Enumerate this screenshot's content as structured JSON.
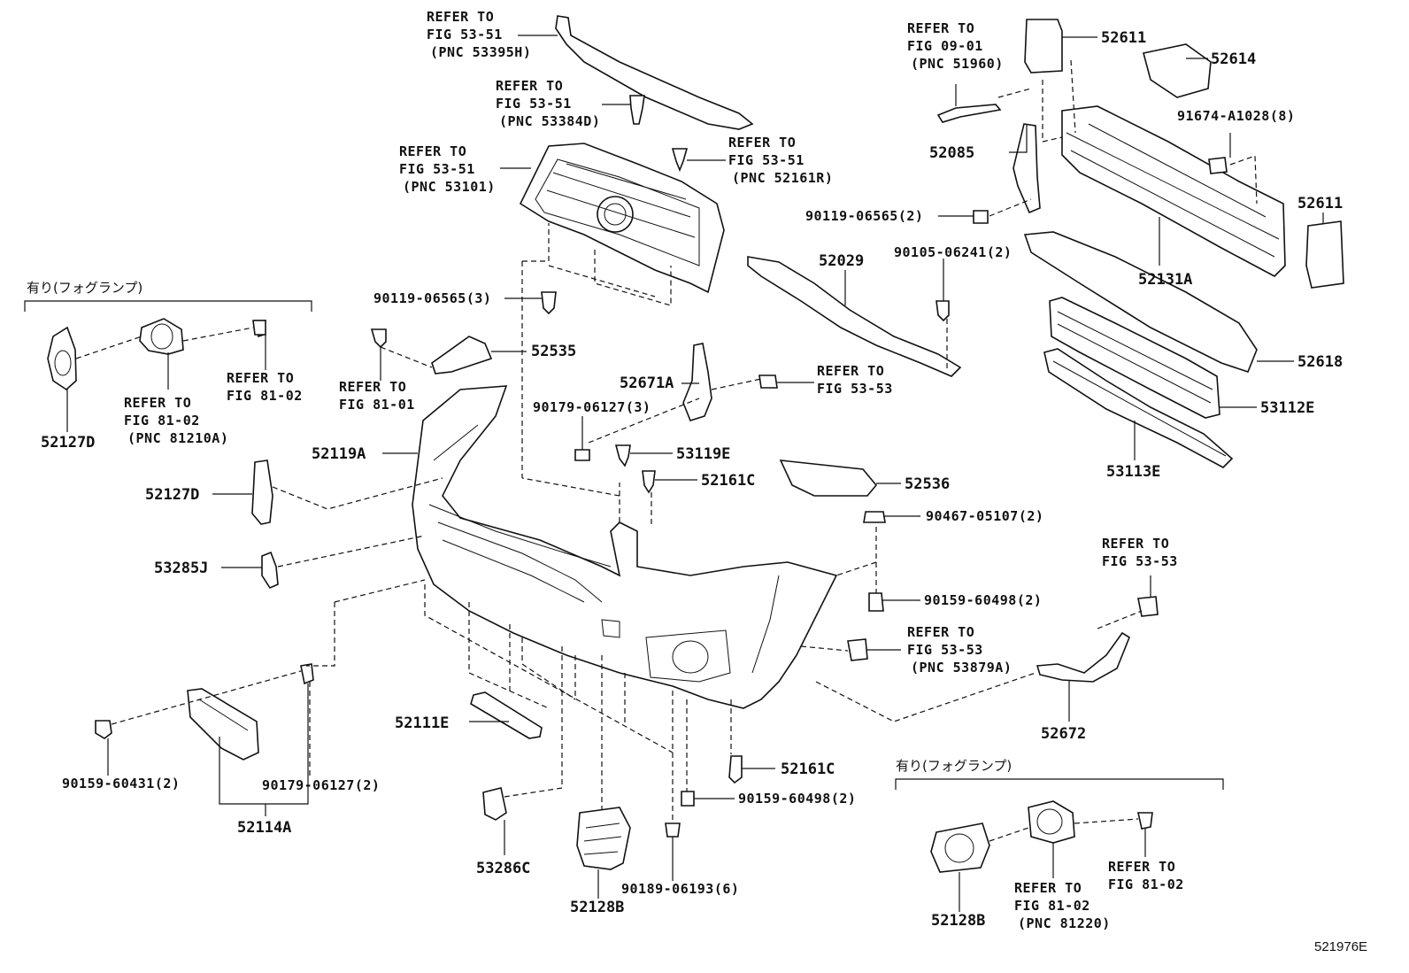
{
  "diagram_id": "521976E",
  "labels": {
    "p52611_top": "52611",
    "p52614": "52614",
    "p91674": "91674-A1028(8)",
    "p52611_right": "52611",
    "p52085": "52085",
    "p90119_2": "90119-06565(2)",
    "p90105": "90105-06241(2)",
    "p52029": "52029",
    "p52131A": "52131A",
    "p52618": "52618",
    "p53112E": "53112E",
    "p53113E": "53113E",
    "p90119_3": "90119-06565(3)",
    "p52535": "52535",
    "p52671A": "52671A",
    "p90179_3": "90179-06127(3)",
    "p53119E": "53119E",
    "p52161C_a": "52161C",
    "p52536": "52536",
    "p90467": "90467-05107(2)",
    "p90159_2a": "90159-60498(2)",
    "p52127D_a": "52127D",
    "p52119A": "52119A",
    "p52127D_b": "52127D",
    "p53285J": "53285J",
    "p52672": "52672",
    "p52111E": "52111E",
    "p90159_60431": "90159-60431(2)",
    "p90179_2": "90179-06127(2)",
    "p52114A": "52114A",
    "p52161C_b": "52161C",
    "p90159_2b": "90159-60498(2)",
    "p53286C": "53286C",
    "p52128B_a": "52128B",
    "p90189": "90189-06193(6)",
    "p52128B_b": "52128B"
  },
  "refs": {
    "r1": [
      "REFER TO",
      "FIG 53-51",
      "(PNC 53395H)"
    ],
    "r2": [
      "REFER TO",
      "FIG 53-51",
      "(PNC 53384D)"
    ],
    "r3": [
      "REFER TO",
      "FIG 53-51",
      "(PNC 53101)"
    ],
    "r4": [
      "REFER TO",
      "FIG 53-51",
      "(PNC 52161R)"
    ],
    "r5": [
      "REFER TO",
      "FIG 09-01",
      "(PNC 51960)"
    ],
    "r6": [
      "REFER TO",
      "FIG 81-02",
      "(PNC 81210A)"
    ],
    "r7": [
      "REFER TO",
      "FIG 81-02"
    ],
    "r8": [
      "REFER TO",
      "FIG 81-01"
    ],
    "r9": [
      "REFER TO",
      "FIG 53-53"
    ],
    "r10": [
      "REFER TO",
      "FIG 53-53",
      "(PNC 53879A)"
    ],
    "r11": [
      "REFER TO",
      "FIG 53-53"
    ],
    "r12": [
      "REFER TO",
      "FIG 81-02",
      "(PNC 81220)"
    ],
    "r13": [
      "REFER TO",
      "FIG 81-02"
    ]
  },
  "notes": {
    "fog_left": "有り(フォグランプ)",
    "fog_right": "有り(フォグランプ)"
  }
}
